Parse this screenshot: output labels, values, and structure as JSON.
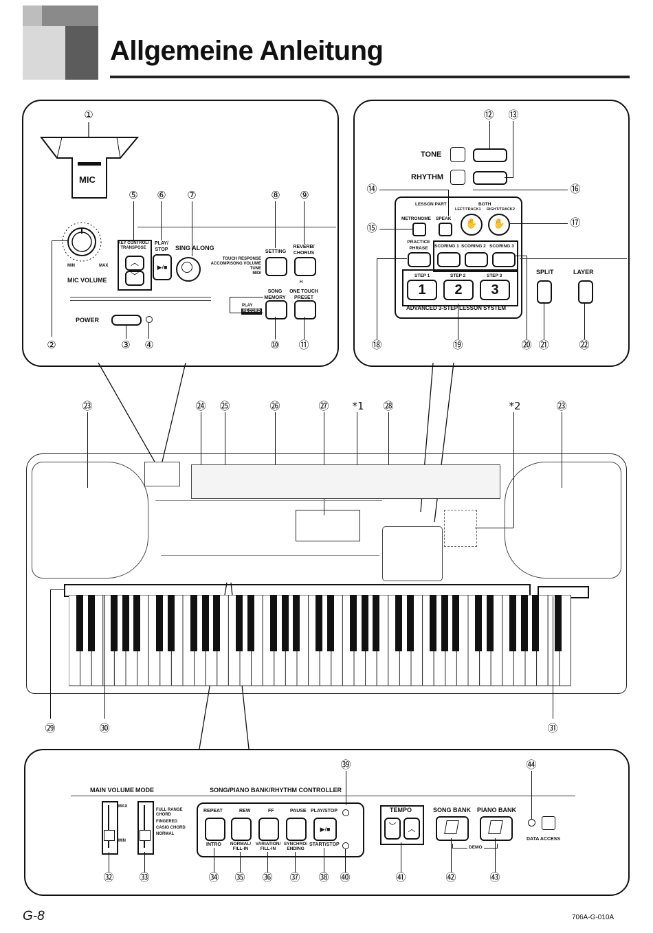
{
  "header": {
    "title": "Allgemeine Anleitung"
  },
  "footer": {
    "page": "G-8",
    "code": "706A-G-010A"
  },
  "callouts": {
    "c1": "①",
    "c2": "②",
    "c3": "③",
    "c4": "④",
    "c5": "⑤",
    "c6": "⑥",
    "c7": "⑦",
    "c8": "⑧",
    "c9": "⑨",
    "c10": "⑩",
    "c11": "⑪",
    "c12": "⑫",
    "c13": "⑬",
    "c14": "⑭",
    "c15": "⑮",
    "c16": "⑯",
    "c17": "⑰",
    "c18": "⑱",
    "c19": "⑲",
    "c20": "⑳",
    "c21": "㉑",
    "c22": "㉒",
    "c23": "㉓",
    "c24": "㉔",
    "c25": "㉕",
    "c26": "㉖",
    "c27": "㉗",
    "c28": "㉘",
    "c29": "㉙",
    "c30": "㉚",
    "c31": "㉛",
    "c32": "㉜",
    "c33": "㉝",
    "c34": "㉞",
    "c35": "㉟",
    "c36": "㊱",
    "c37": "㊲",
    "c38": "㊳",
    "c39": "㊴",
    "c40": "㊵",
    "c41": "㊶",
    "c42": "㊷",
    "c43": "㊸",
    "c44": "㊹",
    "s1": "*1",
    "s2": "*2"
  },
  "left_panel": {
    "mic": "MIC",
    "mic_volume": "MIC VOLUME",
    "min": "MIN",
    "max": "MAX",
    "key_control": "KEY CONTROL/ TRANSPOSE",
    "play_stop": "PLAY/ STOP",
    "sing_along": "SING ALONG",
    "setting": "SETTING",
    "reverb_chorus": "REVERB/ CHORUS",
    "touch_response": "TOUCH RESPONSE",
    "accomp_song_volume": "ACCOMP/SONG VOLUME",
    "tune": "TUNE",
    "midi": "MIDI",
    "h": "H",
    "song_memory": "SONG MEMORY",
    "one_touch_preset": "ONE TOUCH PRESET",
    "play": "PLAY",
    "record": "RECORD",
    "power": "POWER"
  },
  "right_panel": {
    "tone": "TONE",
    "rhythm": "RHYTHM",
    "lesson_part": "LESSON PART",
    "both": "BOTH",
    "left_track": "LEFT/TRACK1",
    "right_track": "RIGHT/TRACK2",
    "metronome": "METRONOME",
    "speak": "SPEAK",
    "practice_phrase": "PRACTICE PHRASE",
    "scoring1": "SCORING 1",
    "scoring2": "SCORING 2",
    "scoring3": "SCORING 3",
    "step1": "STEP 1",
    "step2": "STEP 2",
    "step3": "STEP 3",
    "k1": "1",
    "k2": "2",
    "k3": "3",
    "system": "ADVANCED 3-STEP LESSON SYSTEM",
    "split": "SPLIT",
    "layer": "LAYER"
  },
  "bottom_panel": {
    "main_volume": "MAIN VOLUME",
    "mode": "MODE",
    "max": "MAX",
    "min": "MIN",
    "modes": [
      "FULL RANGE CHORD",
      "FINGERED",
      "CASIO CHORD",
      "NORMAL"
    ],
    "controller": "SONG/PIANO BANK/RHYTHM CONTROLLER",
    "repeat": "REPEAT",
    "rew": "REW",
    "ff": "FF",
    "pause": "PAUSE",
    "play_stop": "PLAY/STOP",
    "intro": "INTRO",
    "normal_fillin": "NORMAL/ FILL-IN",
    "variation_fillin": "VARIATION/ FILL-IN",
    "synchro_ending": "SYNCHRO/ ENDING",
    "start_stop": "START/STOP",
    "tempo": "TEMPO",
    "song_bank": "SONG BANK",
    "piano_bank": "PIANO BANK",
    "demo": "DEMO",
    "data_access": "DATA ACCESS"
  }
}
